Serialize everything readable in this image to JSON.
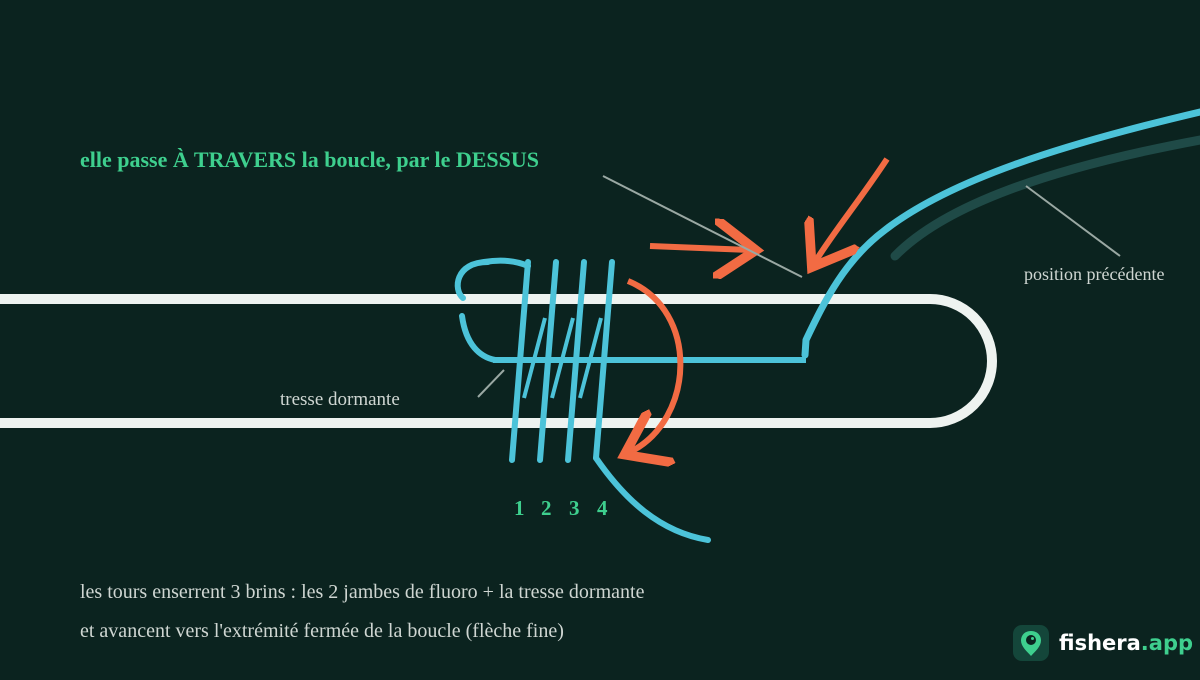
{
  "colors": {
    "background": "#0b231f",
    "braid": "#eef3f0",
    "fluoro": "#4cc3d9",
    "fluoro_previous": "#1f4a47",
    "arrow": "#f26b43",
    "green_text": "#3ecf8e",
    "note_text": "#cfd6d2",
    "pointer": "#9aa8a3"
  },
  "labels": {
    "headline": "elle passe À TRAVERS la boucle, par le DESSUS",
    "previous_position": "position précédente",
    "standing_braid": "tresse dormante",
    "wrap_numbers": [
      "1",
      "2",
      "3",
      "4"
    ]
  },
  "caption": {
    "line1": "les tours enserrent 3 brins : les 2 jambes de fluoro + la tresse dormante",
    "line2": "et avancent vers l'extrémité fermée de la boucle (flèche fine)"
  },
  "brand": {
    "name": "fishera",
    "suffix": ".app",
    "logo_icon": "fish-pin-logo-icon"
  }
}
